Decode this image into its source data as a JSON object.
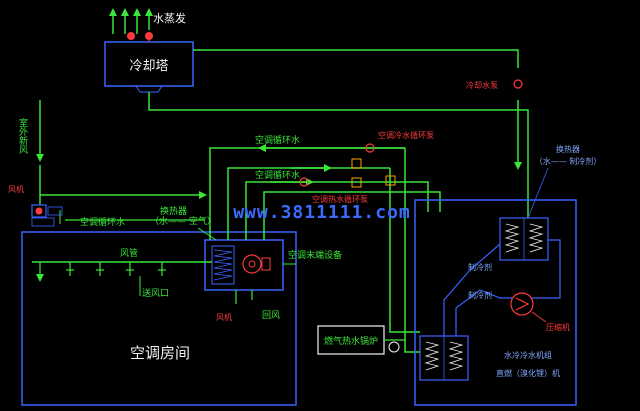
{
  "colors": {
    "background": "#000000",
    "equipment": "#3a63ff",
    "water_pipe": "#39e639",
    "refrigerant": "#ff3a3a",
    "room_text": "#f2f2f2"
  },
  "labels": {
    "evaporation": "水蒸发",
    "cooling_tower": "冷却塔",
    "cooling_pump": "冷却水泵",
    "outdoor_air": "室外新风",
    "fan": "风机",
    "ac_circ_water_left": "空调循环水",
    "ac_circ_water_top": "空调循环水",
    "ac_circ_water_mid": "空调循环水",
    "ac_circ_pump": "空调冷水循环泵",
    "ac_hot_water_pump": "空调热水循环泵",
    "heat_exchanger_left_1": "换热器",
    "heat_exchanger_left_2": "（水—— 空气）",
    "heat_exchanger_right_1": "换热器",
    "heat_exchanger_right_2": "（水—— 制冷剂）",
    "air_duct": "风管",
    "supply_outlet": "送风口",
    "ac_terminal": "空调末端设备",
    "blower": "风机",
    "return_air": "回风",
    "refrigerant_1": "制冷剂",
    "refrigerant_2": "制冷剂",
    "compressor": "压缩机",
    "boiler": "燃气热水锅炉",
    "chiller_1": "水冷冷水机组",
    "chiller_2": "直燃（溴化锂）机",
    "room": "空调房间",
    "watermark": "www.3811111.com"
  }
}
